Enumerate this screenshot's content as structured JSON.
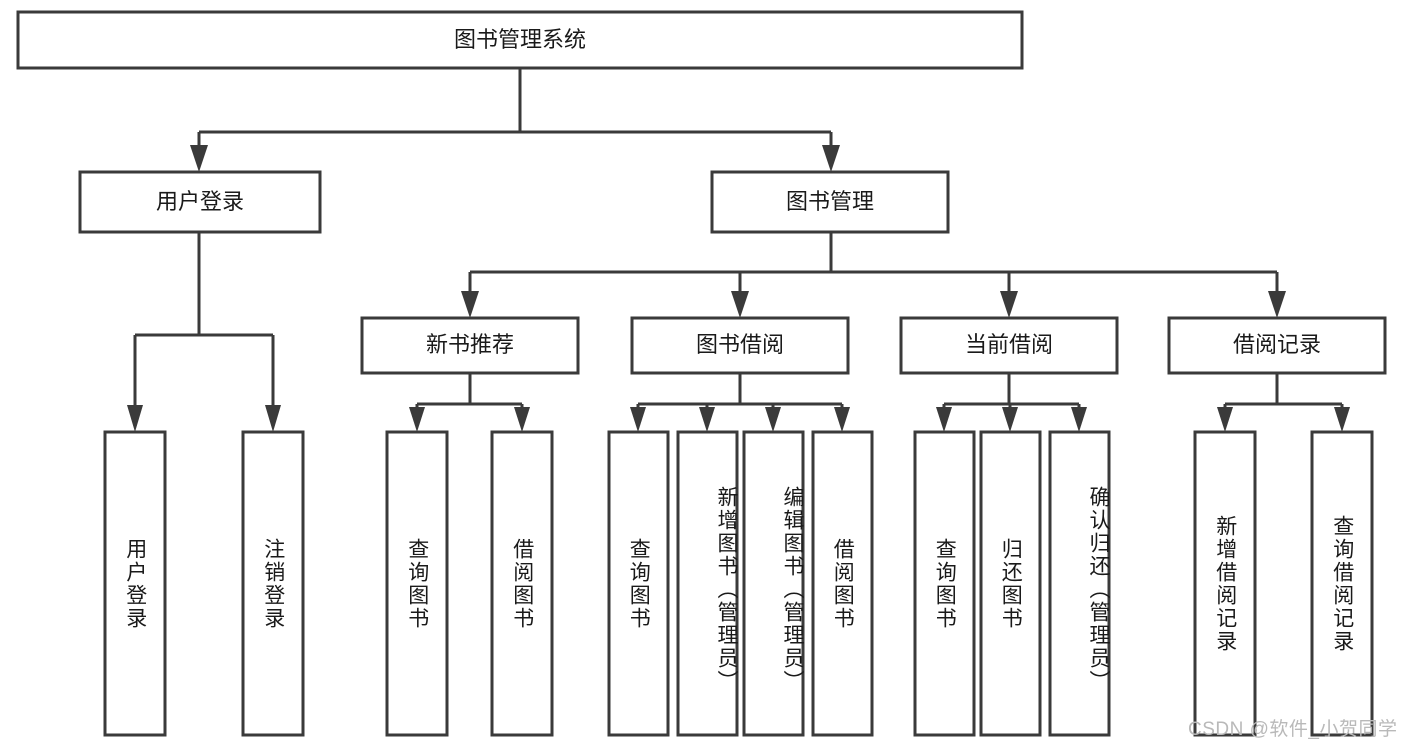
{
  "diagram": {
    "title_node": {
      "label": "图书管理系统"
    },
    "level2": [
      {
        "id": "user-login",
        "label": "用户登录"
      },
      {
        "id": "book-management",
        "label": "图书管理"
      }
    ],
    "level3": [
      {
        "id": "new-book-recommend",
        "label": "新书推荐"
      },
      {
        "id": "book-borrow",
        "label": "图书借阅"
      },
      {
        "id": "current-borrow",
        "label": "当前借阅"
      },
      {
        "id": "borrow-record",
        "label": "借阅记录"
      }
    ],
    "leaves": {
      "user_login": [
        {
          "id": "leaf-user-login",
          "label": "用户登录"
        },
        {
          "id": "leaf-logout-login",
          "label": "注销登录"
        }
      ],
      "new_book_recommend": [
        {
          "id": "leaf-query-book-1",
          "label": "查询图书"
        },
        {
          "id": "leaf-borrow-book-1",
          "label": "借阅图书"
        }
      ],
      "book_borrow": [
        {
          "id": "leaf-query-book-2",
          "label": "查询图书"
        },
        {
          "id": "leaf-add-book",
          "label": "新增图书（管理员）"
        },
        {
          "id": "leaf-edit-book",
          "label": "编辑图书（管理员）"
        },
        {
          "id": "leaf-borrow-book-2",
          "label": "借阅图书"
        }
      ],
      "current_borrow": [
        {
          "id": "leaf-query-book-3",
          "label": "查询图书"
        },
        {
          "id": "leaf-return-book",
          "label": "归还图书"
        },
        {
          "id": "leaf-confirm-return",
          "label": "确认归还（管理员）"
        }
      ],
      "borrow_record": [
        {
          "id": "leaf-add-record",
          "label": "新增借阅记录"
        },
        {
          "id": "leaf-query-record",
          "label": "查询借阅记录"
        }
      ]
    },
    "watermark": "CSDN @软件_小贺同学",
    "colors": {
      "stroke": "#3a3a3a",
      "fill": "#ffffff",
      "text": "#1a1a1a",
      "watermark": "#b9b9b9"
    }
  }
}
